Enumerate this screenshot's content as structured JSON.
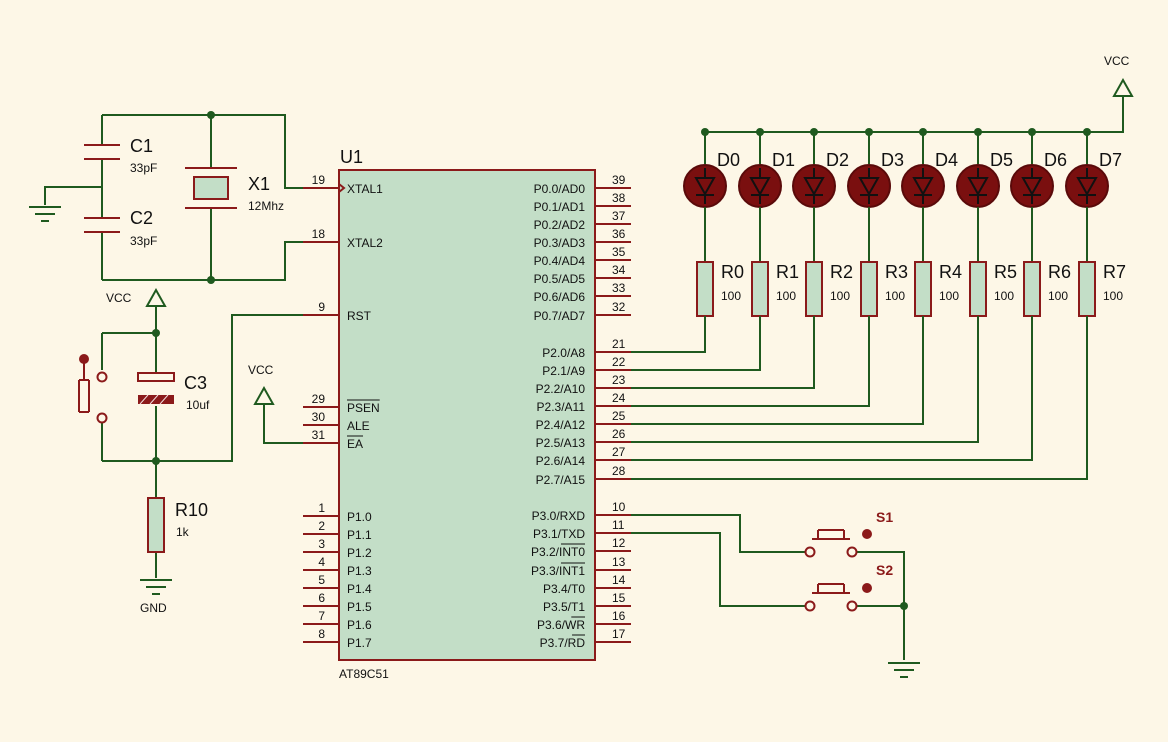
{
  "mcu": {
    "ref": "U1",
    "part": "AT89C51",
    "left_pins": [
      {
        "num": "19",
        "name": "XTAL1"
      },
      {
        "num": "18",
        "name": "XTAL2"
      },
      {
        "num": "9",
        "name": "RST"
      },
      {
        "num": "29",
        "name": "PSEN"
      },
      {
        "num": "30",
        "name": "ALE"
      },
      {
        "num": "31",
        "name": "EA"
      },
      {
        "num": "1",
        "name": "P1.0"
      },
      {
        "num": "2",
        "name": "P1.1"
      },
      {
        "num": "3",
        "name": "P1.2"
      },
      {
        "num": "4",
        "name": "P1.3"
      },
      {
        "num": "5",
        "name": "P1.4"
      },
      {
        "num": "6",
        "name": "P1.5"
      },
      {
        "num": "7",
        "name": "P1.6"
      },
      {
        "num": "8",
        "name": "P1.7"
      }
    ],
    "right_pins": [
      {
        "num": "39",
        "name": "P0.0/AD0"
      },
      {
        "num": "38",
        "name": "P0.1/AD1"
      },
      {
        "num": "37",
        "name": "P0.2/AD2"
      },
      {
        "num": "36",
        "name": "P0.3/AD3"
      },
      {
        "num": "35",
        "name": "P0.4/AD4"
      },
      {
        "num": "34",
        "name": "P0.5/AD5"
      },
      {
        "num": "33",
        "name": "P0.6/AD6"
      },
      {
        "num": "32",
        "name": "P0.7/AD7"
      },
      {
        "num": "21",
        "name": "P2.0/A8"
      },
      {
        "num": "22",
        "name": "P2.1/A9"
      },
      {
        "num": "23",
        "name": "P2.2/A10"
      },
      {
        "num": "24",
        "name": "P2.3/A11"
      },
      {
        "num": "25",
        "name": "P2.4/A12"
      },
      {
        "num": "26",
        "name": "P2.5/A13"
      },
      {
        "num": "27",
        "name": "P2.6/A14"
      },
      {
        "num": "28",
        "name": "P2.7/A15"
      },
      {
        "num": "10",
        "name": "P3.0/RXD"
      },
      {
        "num": "11",
        "name": "P3.1/TXD"
      },
      {
        "num": "12",
        "name": "P3.2/INT0"
      },
      {
        "num": "13",
        "name": "P3.3/INT1"
      },
      {
        "num": "14",
        "name": "P3.4/T0"
      },
      {
        "num": "15",
        "name": "P3.5/T1"
      },
      {
        "num": "16",
        "name": "P3.6/WR"
      },
      {
        "num": "17",
        "name": "P3.7/RD"
      }
    ]
  },
  "parts": {
    "c1": {
      "ref": "C1",
      "value": "33pF"
    },
    "c2": {
      "ref": "C2",
      "value": "33pF"
    },
    "x1": {
      "ref": "X1",
      "value": "12Mhz"
    },
    "c3": {
      "ref": "C3",
      "value": "10uf"
    },
    "r10": {
      "ref": "R10",
      "value": "1k"
    },
    "s1": {
      "ref": "S1"
    },
    "s2": {
      "ref": "S2"
    }
  },
  "leds": [
    "D0",
    "D1",
    "D2",
    "D3",
    "D4",
    "D5",
    "D6",
    "D7"
  ],
  "resistors": [
    {
      "ref": "R0",
      "value": "100"
    },
    {
      "ref": "R1",
      "value": "100"
    },
    {
      "ref": "R2",
      "value": "100"
    },
    {
      "ref": "R3",
      "value": "100"
    },
    {
      "ref": "R4",
      "value": "100"
    },
    {
      "ref": "R5",
      "value": "100"
    },
    {
      "ref": "R6",
      "value": "100"
    },
    {
      "ref": "R7",
      "value": "100"
    }
  ],
  "power": {
    "vcc_top": "VCC",
    "vcc_reset": "VCC",
    "vcc_ea": "VCC",
    "gnd": "GND"
  },
  "colors": {
    "background": "#fdf7e7",
    "wire": "#1f5a1f",
    "component": "#8b1a1a",
    "chip_fill": "#c3dec7",
    "led_fill": "#7a0f0f"
  }
}
